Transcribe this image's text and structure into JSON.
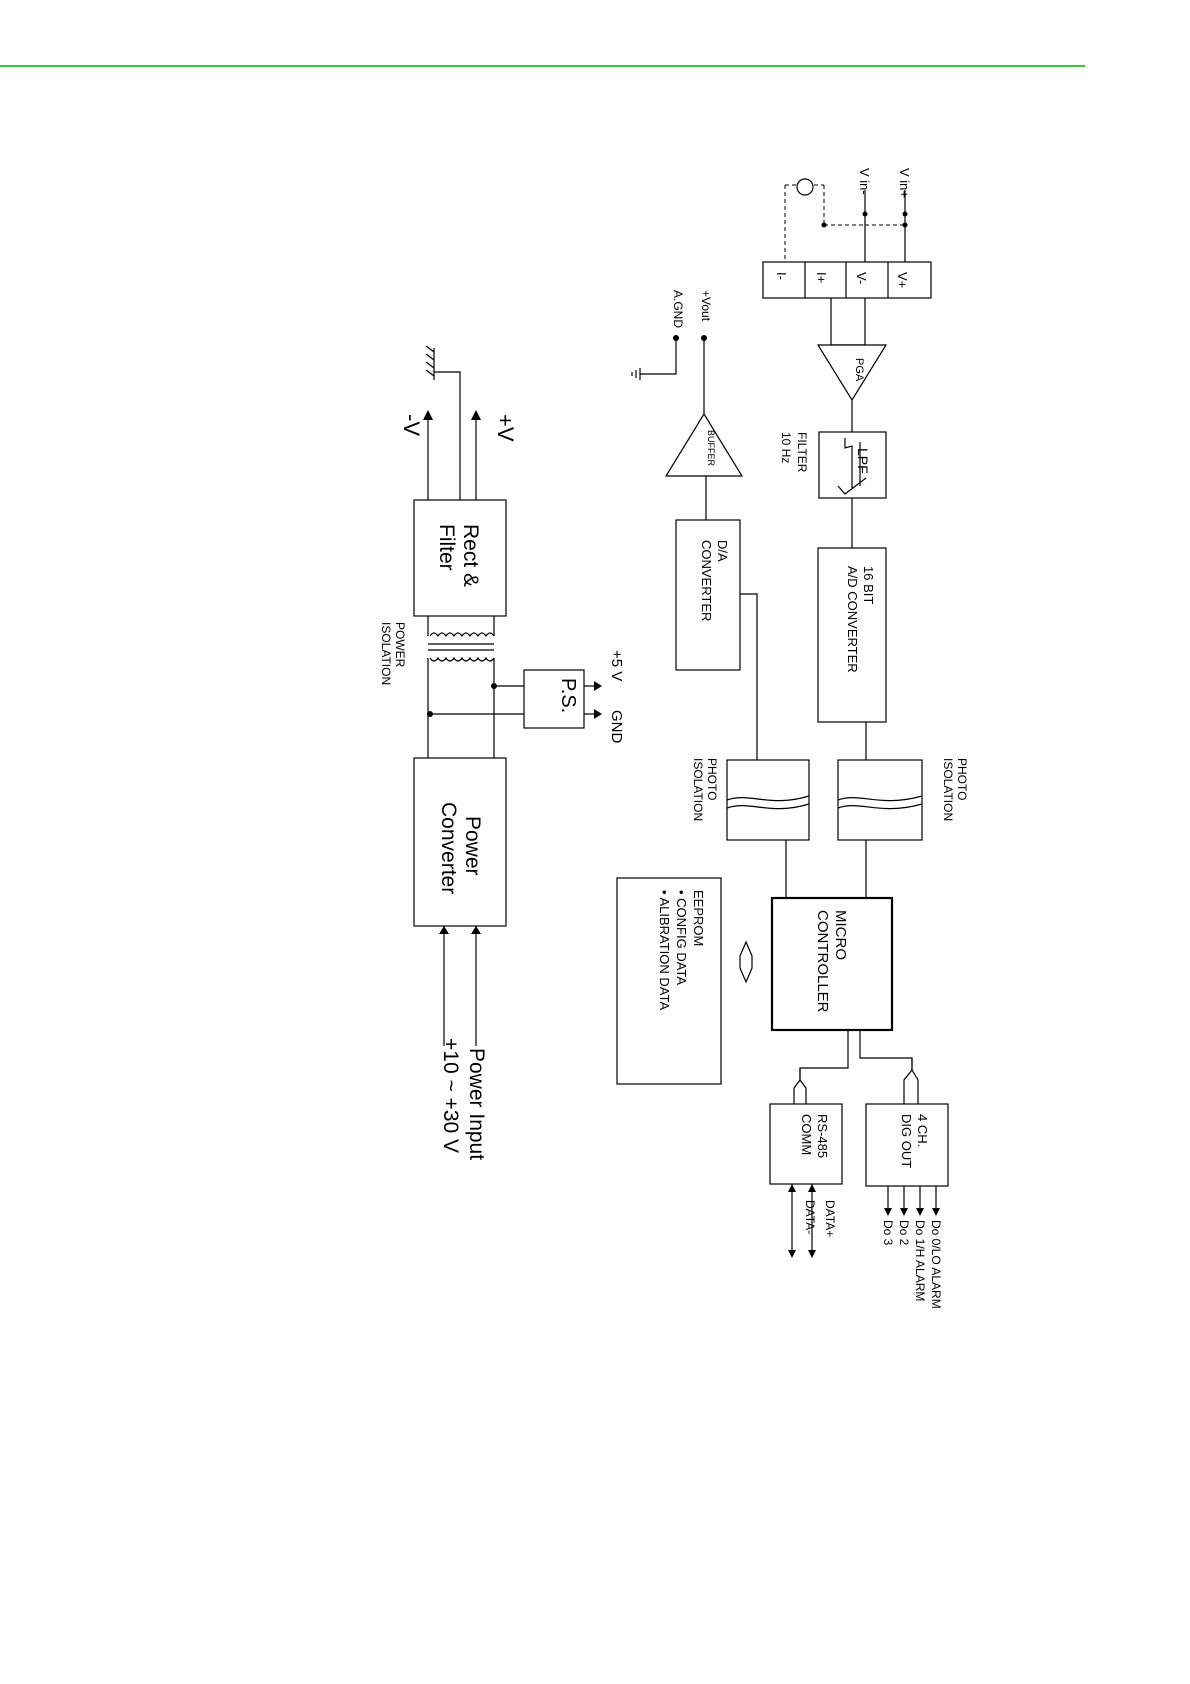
{
  "colors": {
    "header_rule": "#33cc33",
    "ink": "#000000"
  },
  "signal": {
    "vin_plus": "V in+",
    "vin_minus": "V in-",
    "terminals": [
      "V+",
      "V-",
      "I+",
      "I-"
    ],
    "pga": "PGA",
    "lpf": "LPF",
    "filter_line1": "FILTER",
    "filter_line2": "10 Hz",
    "adc_line1": "16 BIT",
    "adc_line2": "A/D CONVERTER",
    "photo1_line1": "PHOTO",
    "photo1_line2": "ISOLATION",
    "photo2_line1": "PHOTO",
    "photo2_line2": "ISOLATION",
    "micro_line1": "MICRO",
    "micro_line2": "CONTROLLER",
    "eeprom_line1": "EEPROM",
    "eeprom_line2": "• CONFIG DATA",
    "eeprom_line3": "• ALIBRATION DATA",
    "dac_line1": "D/A",
    "dac_line2": "CONVERTER",
    "buffer": "BUFFER",
    "vout": "+Vout",
    "agnd": "A.GND",
    "digout_line1": "4 CH.",
    "digout_line2": "DIG OUT",
    "do_labels": [
      "Do 0/LO ALARM",
      "Do 1/H ALARM",
      "Do 2",
      "Do 3"
    ],
    "rs485_line1": "RS-485",
    "rs485_line2": "COMM",
    "data_plus": "DATA+",
    "data_minus": "DATA-"
  },
  "power": {
    "plus_v": "+V",
    "minus_v": "-V",
    "rect_line1": "Rect &",
    "rect_line2": "Filter",
    "iso_line1": "POWER",
    "iso_line2": "ISOLATION",
    "ps": "P.S.",
    "plus5v": "+5 V",
    "gnd": "GND",
    "conv_line1": "Power",
    "conv_line2": "Converter",
    "input_line1": "Power Input",
    "input_line2": "+10 ~ +30 V"
  }
}
